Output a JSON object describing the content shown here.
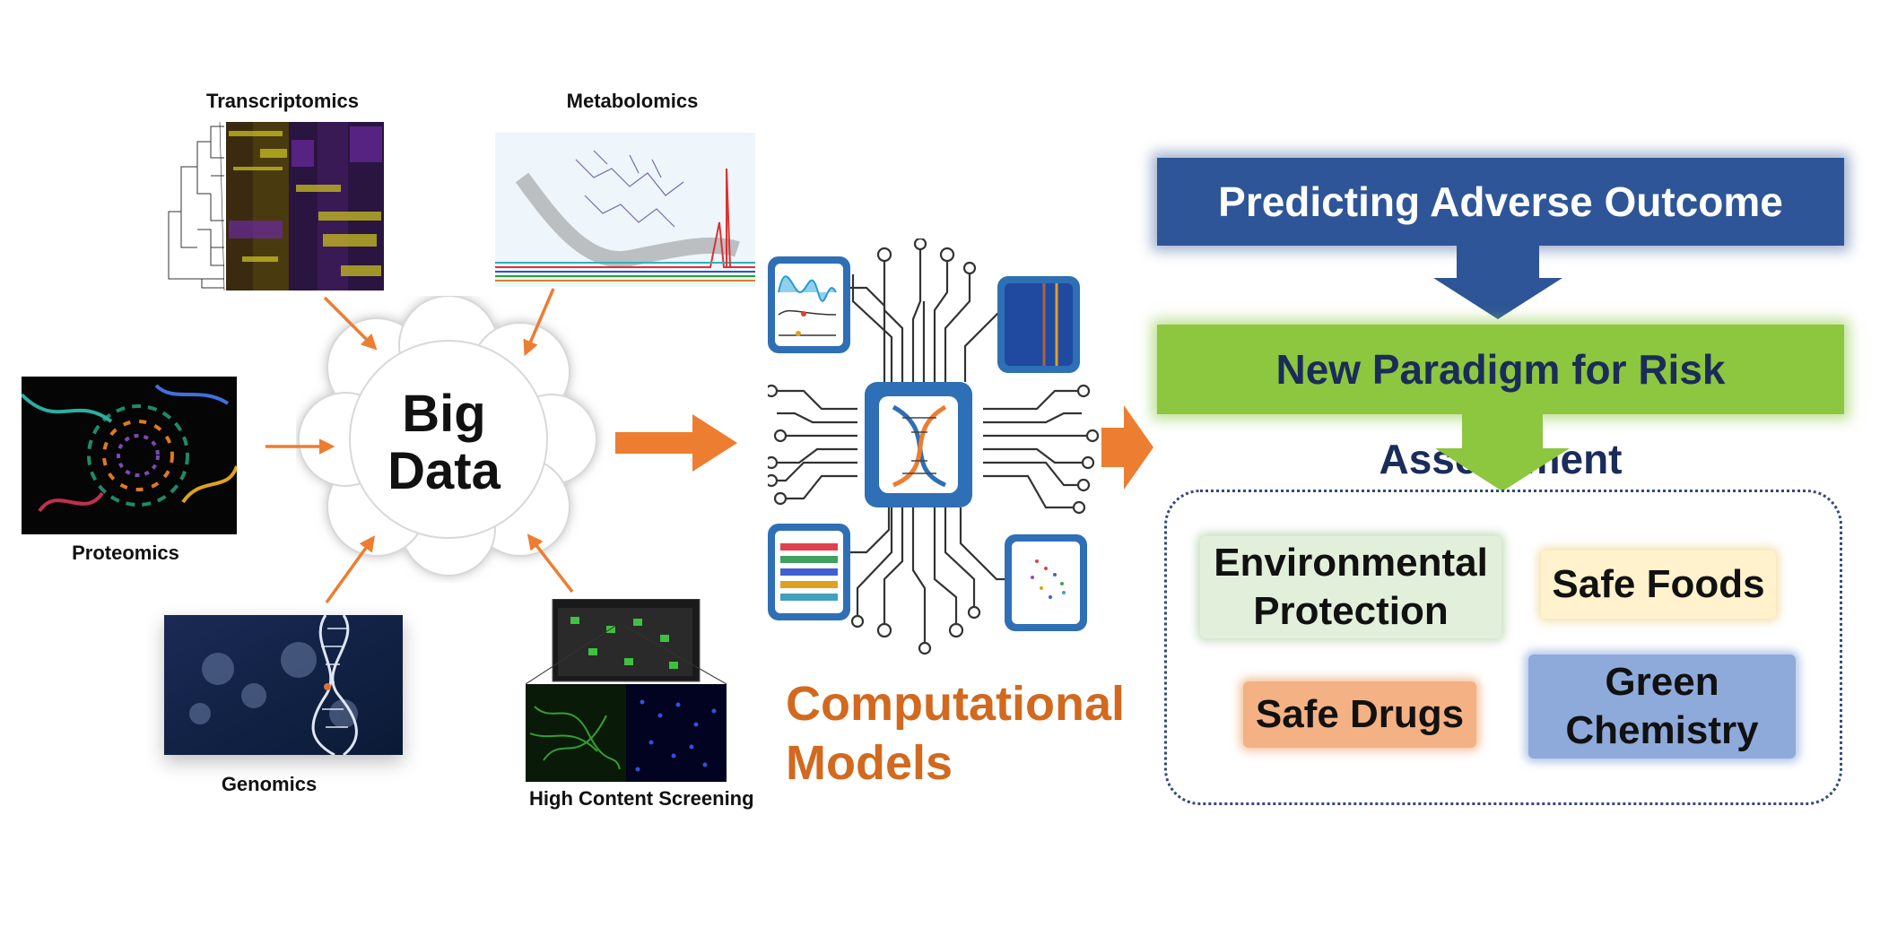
{
  "omics": {
    "transcriptomics": "Transcriptomics",
    "metabolomics": "Metabolomics",
    "proteomics": "Proteomics",
    "genomics": "Genomics",
    "hcs": "High Content Screening"
  },
  "cloud": {
    "line1": "Big",
    "line2": "Data"
  },
  "computational": {
    "line1": "Computational",
    "line2": "Models"
  },
  "flow": {
    "predicting": "Predicting Adverse Outcome",
    "paradigm": "New Paradigm for Risk Assessment"
  },
  "outcomes": {
    "environmental_1": "Environmental",
    "environmental_2": "Protection",
    "safe_foods": "Safe Foods",
    "safe_drugs": "Safe Drugs",
    "green_1": "Green",
    "green_2": "Chemistry"
  },
  "colors": {
    "arrow_orange": "#ed7d31",
    "blue_box": "#2e5597",
    "green_box": "#8dc63f",
    "env_box": "#e2efda",
    "foods_box": "#fff2cc",
    "drugs_box": "#f4b183",
    "chem_box": "#8eaadb"
  }
}
